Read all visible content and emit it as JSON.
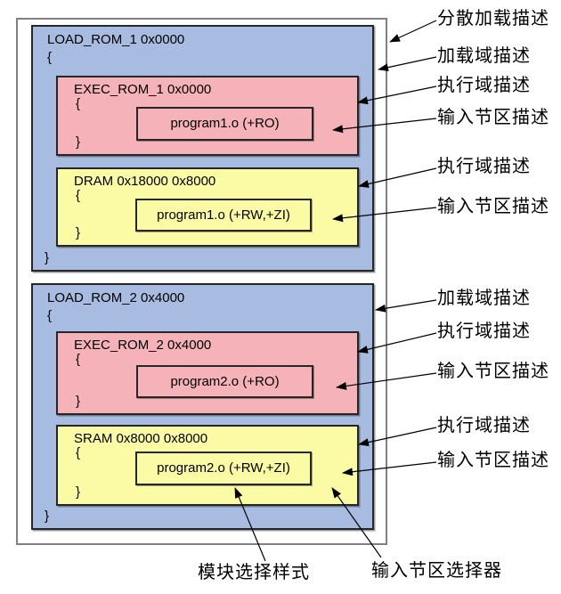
{
  "syntax": {
    "open_brace": "{",
    "close_brace": "}"
  },
  "regions": {
    "load1": {
      "title": "LOAD_ROM_1 0x0000"
    },
    "exec1": {
      "title": "EXEC_ROM_1 0x0000",
      "module": "program1.o (+RO)"
    },
    "dram": {
      "title": "DRAM 0x18000 0x8000",
      "module": "program1.o (+RW,+ZI)"
    },
    "load2": {
      "title": "LOAD_ROM_2 0x4000"
    },
    "exec2": {
      "title": "EXEC_ROM_2 0x4000",
      "module": "program2.o (+RO)"
    },
    "sram": {
      "title": "SRAM 0x8000 0x8000",
      "module": "program2.o (+RW,+ZI)"
    }
  },
  "callouts": {
    "right": [
      {
        "text": "分散加载描述"
      },
      {
        "text": "加载域描述"
      },
      {
        "text": "执行域描述"
      },
      {
        "text": "输入节区描述"
      },
      {
        "text": "执行域描述"
      },
      {
        "text": "输入节区描述"
      },
      {
        "text": "加载域描述"
      },
      {
        "text": "执行域描述"
      },
      {
        "text": "输入节区描述"
      },
      {
        "text": "执行域描述"
      },
      {
        "text": "输入节区描述"
      }
    ],
    "bottom": [
      {
        "text": "模块选择样式"
      },
      {
        "text": "输入节区选择器"
      }
    ]
  },
  "colors": {
    "load_region_fill": "#a8bbe0",
    "exec_region_fill": "#f5b3b9",
    "ram_region_fill": "#fbfba6",
    "outer_box_border": "#808080",
    "box_border": "#262626",
    "text_color": "#000000",
    "background": "#ffffff"
  }
}
